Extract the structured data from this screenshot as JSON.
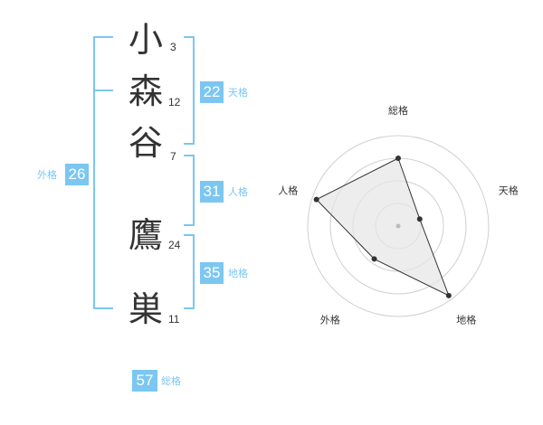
{
  "name": {
    "characters": [
      {
        "char": "小",
        "strokes": "3"
      },
      {
        "char": "森",
        "strokes": "12"
      },
      {
        "char": "谷",
        "strokes": "7"
      },
      {
        "char": "鷹",
        "strokes": "24"
      },
      {
        "char": "巣",
        "strokes": "11"
      }
    ]
  },
  "fortunes": {
    "tenkaku": {
      "value": "22",
      "label": "天格"
    },
    "jinkaku": {
      "value": "31",
      "label": "人格"
    },
    "chikaku": {
      "value": "35",
      "label": "地格"
    },
    "gaikaku": {
      "value": "26",
      "label": "外格"
    },
    "soukaku": {
      "value": "57",
      "label": "総格"
    }
  },
  "colors": {
    "accent": "#7cc6f2",
    "text": "#333333",
    "grid": "#d0d0d0",
    "fill": "#e6e6e6"
  },
  "chart_data": {
    "type": "radar",
    "axes": [
      "総格",
      "天格",
      "地格",
      "外格",
      "人格"
    ],
    "values": [
      0.75,
      0.25,
      0.95,
      0.45,
      0.95
    ],
    "rings": 4
  }
}
